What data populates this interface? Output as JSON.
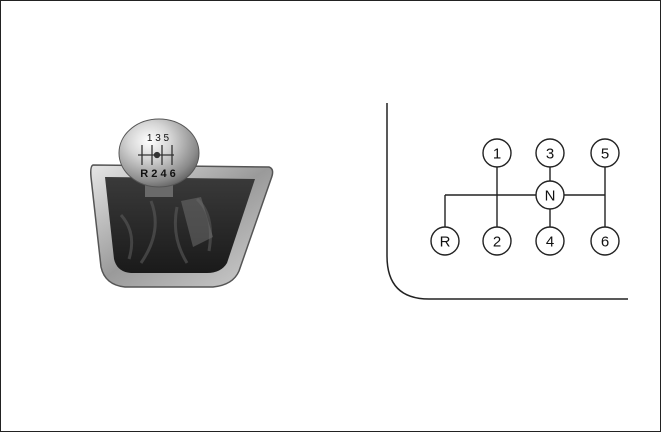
{
  "shift_knob": {
    "top_row": "1 3 5",
    "bottom_row": "R 2 4 6"
  },
  "shift_pattern": {
    "positions": {
      "p1": "1",
      "p3": "3",
      "p5": "5",
      "neutral": "N",
      "reverse": "R",
      "p2": "2",
      "p4": "4",
      "p6": "6"
    }
  }
}
